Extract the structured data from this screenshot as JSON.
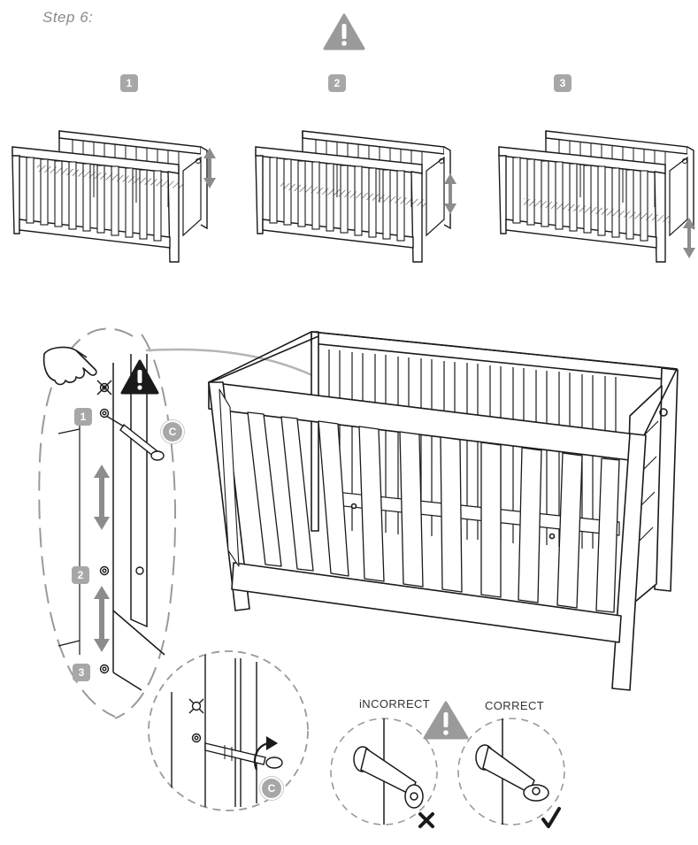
{
  "step": {
    "title": "Step 6:"
  },
  "positions": [
    {
      "number": "1"
    },
    {
      "number": "2"
    },
    {
      "number": "3"
    }
  ],
  "detail": {
    "hole_numbers": [
      "1",
      "2",
      "3"
    ],
    "bolt_callout": "C"
  },
  "comparison": {
    "incorrect_label": "iNCORRECT",
    "correct_label": "CORRECT"
  },
  "icons": [
    "warning-triangle-icon",
    "double-arrow-icon",
    "hand-pointer-icon",
    "rotate-arrow-icon",
    "cross-mark-icon",
    "check-mark-icon"
  ],
  "colors": {
    "warning": "#9a9a9a",
    "arrow": "#8c8c8c",
    "badge": "#a7a7a7",
    "line": "#1a1a1a"
  }
}
